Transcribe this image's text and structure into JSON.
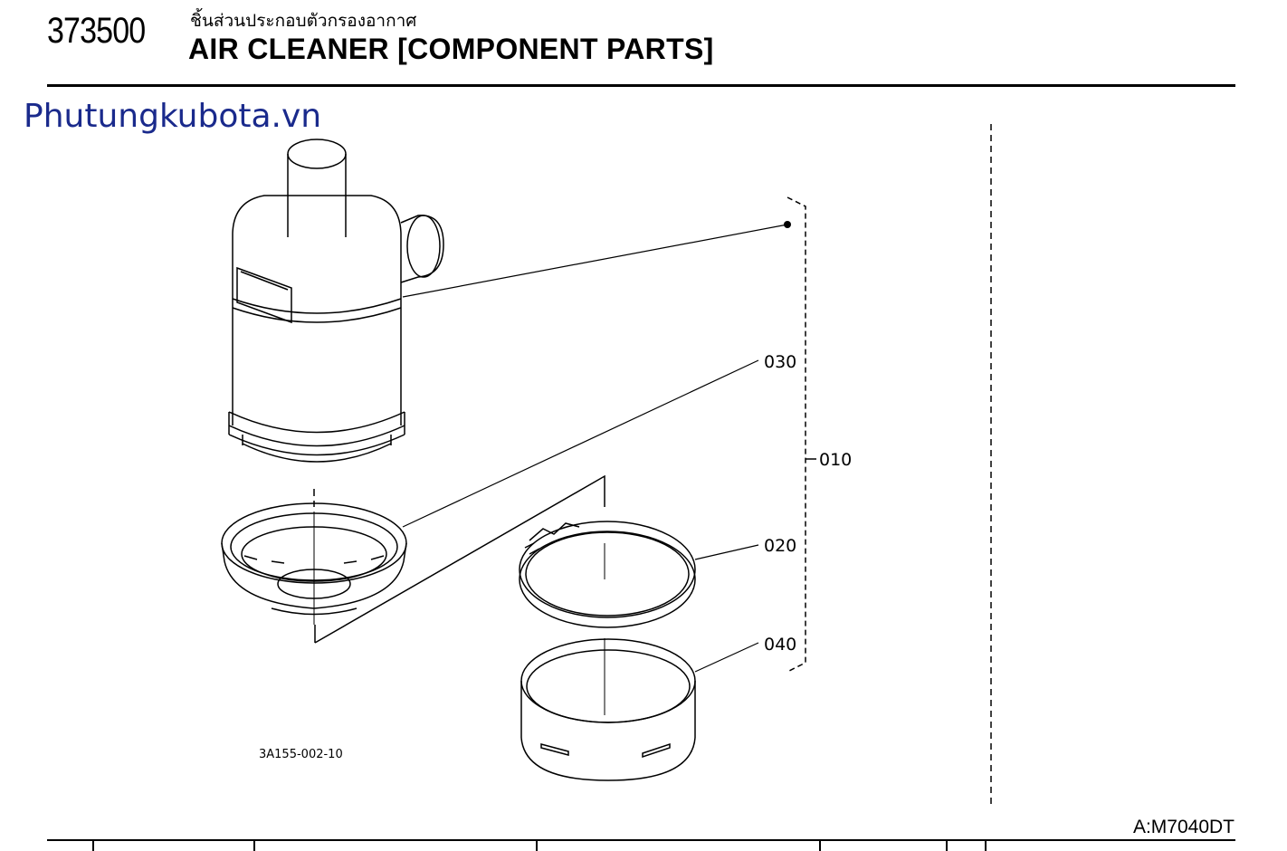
{
  "header": {
    "code": "373500",
    "thai_title": "ชิ้นส่วนประกอบตัวกรองอากาศ",
    "title": "AIR CLEANER [COMPONENT PARTS]"
  },
  "watermark": "Phutungkubota.vn",
  "diagram": {
    "callouts": {
      "assembly": "010",
      "clamp": "020",
      "dust_cup": "030",
      "cover_band": "040"
    },
    "drawing_number": "3A155-002-10"
  },
  "footer": {
    "model": "A:M7040DT"
  }
}
